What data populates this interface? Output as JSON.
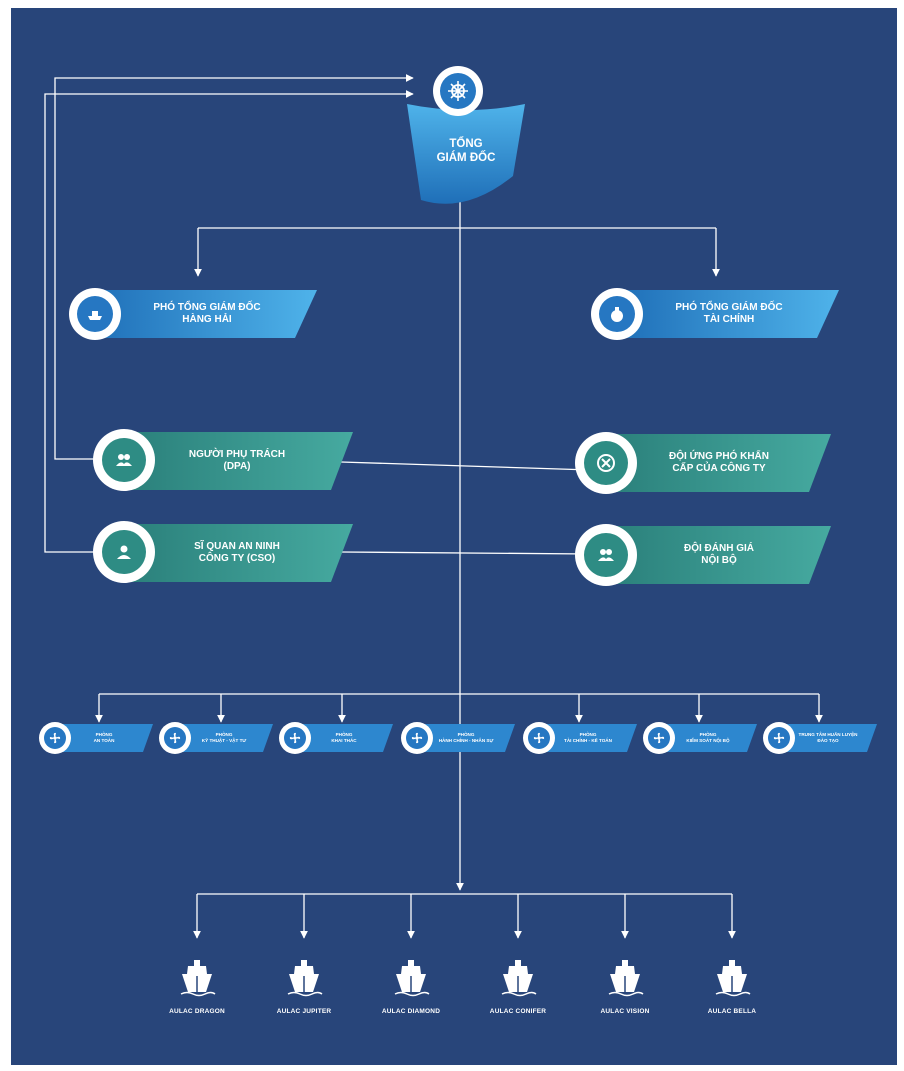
{
  "ceo": {
    "line1": "TỔNG",
    "line2": "GIÁM ĐỐC"
  },
  "deputies": [
    {
      "line1": "PHÓ TỔNG GIÁM ĐỐC",
      "line2": "HÀNG HẢI"
    },
    {
      "line1": "PHÓ TỔNG GIÁM ĐỐC",
      "line2": "TÀI CHÍNH"
    }
  ],
  "roles": [
    {
      "line1": "NGƯỜI PHỤ TRÁCH",
      "line2": "(DPA)"
    },
    {
      "line1": "ĐỘI ỨNG PHÓ KHẨN",
      "line2": "CẤP CỦA CÔNG TY"
    },
    {
      "line1": "SĨ QUAN AN NINH",
      "line2": "CÔNG TY (CSO)"
    },
    {
      "line1": "ĐỘI ĐÁNH GIÁ",
      "line2": "NỘI BỘ"
    }
  ],
  "departments": [
    {
      "line1": "PHÒNG",
      "line2": "AN TOÀN"
    },
    {
      "line1": "PHÒNG",
      "line2": "KỸ THUẬT - VẬT TƯ"
    },
    {
      "line1": "PHÒNG",
      "line2": "KHAI THÁC"
    },
    {
      "line1": "PHÒNG",
      "line2": "HÀNH CHÍNH - NHÂN SỰ"
    },
    {
      "line1": "PHÒNG",
      "line2": "TÀI CHÍNH - KẾ TOÁN"
    },
    {
      "line1": "PHÒNG",
      "line2": "KIỂM SOÁT NỘI BỘ"
    },
    {
      "line1": "TRUNG TÂM HUẤN LUYỆN",
      "line2": "ĐÀO TẠO"
    }
  ],
  "ships": [
    {
      "name": "AULAC DRAGON"
    },
    {
      "name": "AULAC JUPITER"
    },
    {
      "name": "AULAC DIAMOND"
    },
    {
      "name": "AULAC CONIFER"
    },
    {
      "name": "AULAC VISION"
    },
    {
      "name": "AULAC BELLA"
    }
  ],
  "icons": {
    "ceo": "ship-wheel-icon",
    "deputy_maritime": "ship-icon",
    "deputy_finance": "money-bag-icon",
    "dpa": "people-icon",
    "emergency_team": "cross-circle-icon",
    "cso": "officer-icon",
    "audit_team": "people-icon",
    "department": "propeller-icon",
    "ship": "cargo-ship-icon"
  },
  "colors": {
    "background": "#28457a",
    "connector": "#ffffff",
    "blue_plate": "#2d87cf",
    "blue_plate_light": "#49aee8",
    "teal_plate": "#2e8c84",
    "teal_plate_light": "#46aaa0",
    "ring": "#ffffff",
    "icon_fill": "#2677c2"
  }
}
